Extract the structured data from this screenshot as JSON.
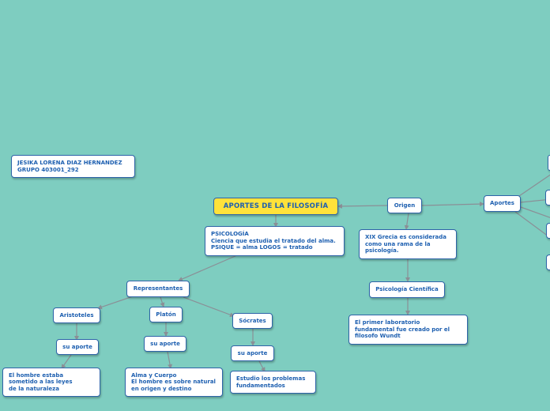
{
  "author": {
    "line1": "JESIKA LORENA DIAZ HERNANDEZ",
    "line2": "GRUPO 403001_292"
  },
  "colors": {
    "background": "#7ecdc0",
    "node_border": "#2e64a8",
    "node_text": "#1d5fb0",
    "main_fill": "#ffe23a",
    "connector": "#8a8f96"
  },
  "nodes": {
    "main": "APORTES DE LA  FILOSOFÍA",
    "psicologia": {
      "line1": "PSICOLOGÍA",
      "line2": "Ciencia que estudia el tratado del alma.",
      "line3": "PSIQUE = alma LOGOS = tratado"
    },
    "representantes": "Representantes",
    "aristoteles": "Aristoteles",
    "platon": "Platón",
    "socrates": "Sócrates",
    "aporte_aristoteles": "su aporte",
    "aporte_platon": "su aporte",
    "aporte_socrates": "su aporte",
    "aristoteles_detail": {
      "line1": "El hombre estaba",
      "line2": "sometido a las leyes",
      "line3": "de la naturaleza"
    },
    "platon_detail": {
      "line1": "Alma y Cuerpo",
      "line2": "El hombre es sobre natural",
      "line3": "en origen y destino"
    },
    "socrates_detail": {
      "line1": "Estudio los problemas",
      "line2": "fundamentados"
    },
    "origen": "Origen",
    "grecia": {
      "line1": "XIX Grecia es considerada",
      "line2": "como una rama de la",
      "line3": "psicología."
    },
    "psicologia_cientifica": "Psicología Científica",
    "laboratorio": {
      "line1": "El primer laboratorio",
      "line2": "fundamental fue creado por el",
      "line3": "filosofo Wundt"
    },
    "aportes": "Aportes"
  }
}
